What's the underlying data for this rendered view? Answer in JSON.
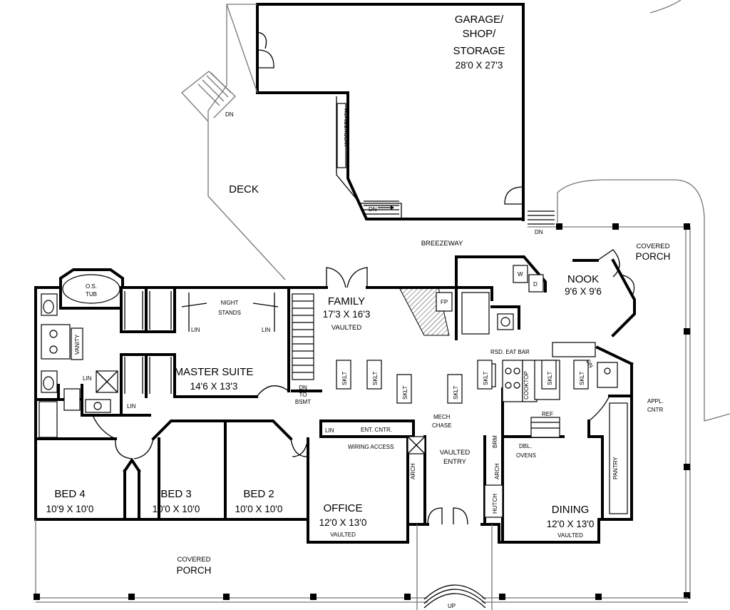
{
  "rooms": {
    "garage": {
      "name": "GARAGE/",
      "name2": "SHOP/",
      "name3": "STORAGE",
      "size": "28'0 X 27'3"
    },
    "deck": {
      "name": "DECK"
    },
    "breezeway": {
      "name": "BREEZEWAY"
    },
    "covered_porch_right": {
      "name": "COVERED",
      "name2": "PORCH"
    },
    "covered_porch_bottom": {
      "name": "COVERED",
      "name2": "PORCH"
    },
    "family": {
      "name": "FAMILY",
      "size": "17'3 X 16'3",
      "note": "VAULTED"
    },
    "nook": {
      "name": "NOOK",
      "size": "9'6 X 9'6"
    },
    "master_suite": {
      "name": "MASTER SUITE",
      "size": "14'6 X 13'3"
    },
    "bed4": {
      "name": "BED 4",
      "size": "10'9 X 10'0"
    },
    "bed3": {
      "name": "BED 3",
      "size": "10'0 X 10'0"
    },
    "bed2": {
      "name": "BED 2",
      "size": "10'0 X 10'0"
    },
    "office": {
      "name": "OFFICE",
      "size": "12'0 X 13'0",
      "note": "VAULTED"
    },
    "dining": {
      "name": "DINING",
      "size": "12'0 X 13'0",
      "note": "VAULTED"
    },
    "vaulted_entry": {
      "name": "VAULTED",
      "name2": "ENTRY"
    }
  },
  "labels": {
    "workbench": "WORKBENCH",
    "dn_deck": "DN",
    "dn_garage": "DN",
    "dn_breezeway": "DN",
    "dn_nook": "DN",
    "os_tub": "O.S.",
    "os_tub2": "TUB",
    "vanity": "VANITY",
    "night_stands": "NIGHT",
    "night_stands2": "STANDS",
    "lin1": "LIN",
    "lin2": "LIN",
    "lin3": "LIN",
    "lin4": "LIN",
    "lin5": "LIN",
    "dn_to_bsmt": "DN",
    "dn_to_bsmt2": "TO",
    "dn_to_bsmt3": "BSMT",
    "fp": "FP",
    "washer": "W",
    "dryer": "D",
    "rsd_eat_bar": "RSD. EAT BAR",
    "cooktop": "COOKTOP",
    "ref": "REF",
    "appl_cntr": "APPL.",
    "appl_cntr2": "CNTR",
    "pantry": "PANTRY",
    "ent_cntr": "ENT. CNTR.",
    "wiring_access": "WIRING ACCESS",
    "mech_chase": "MECH",
    "mech_chase2": "CHASE",
    "brm": "BRM",
    "dbl_ovens": "DBL.",
    "dbl_ovens2": "OVENS",
    "arch1": "ARCH",
    "arch2": "ARCH",
    "hutch": "HUTCH",
    "up": "UP",
    "skylt": "SKLT"
  }
}
